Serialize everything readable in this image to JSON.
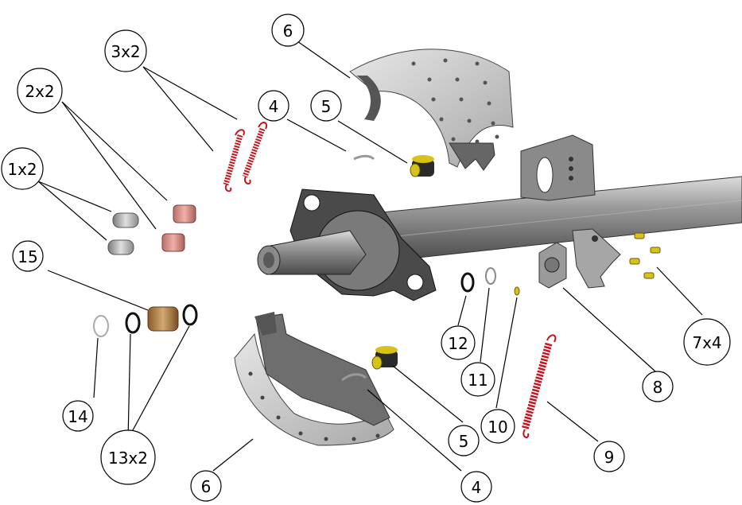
{
  "diagram": {
    "callouts": [
      {
        "id": "c6-top",
        "label": "6"
      },
      {
        "id": "c3x2",
        "label": "3x2"
      },
      {
        "id": "c2x2",
        "label": "2x2"
      },
      {
        "id": "c4-top",
        "label": "4"
      },
      {
        "id": "c5-top",
        "label": "5"
      },
      {
        "id": "c1x2",
        "label": "1x2"
      },
      {
        "id": "c15",
        "label": "15"
      },
      {
        "id": "c12",
        "label": "12"
      },
      {
        "id": "c11",
        "label": "11"
      },
      {
        "id": "c7x4",
        "label": "7x4"
      },
      {
        "id": "c14",
        "label": "14"
      },
      {
        "id": "c8",
        "label": "8"
      },
      {
        "id": "c10",
        "label": "10"
      },
      {
        "id": "c5-bottom",
        "label": "5"
      },
      {
        "id": "c9",
        "label": "9"
      },
      {
        "id": "c13x2",
        "label": "13x2"
      },
      {
        "id": "c6-bottom",
        "label": "6"
      },
      {
        "id": "c4-bottom",
        "label": "4"
      }
    ],
    "colors": {
      "shaft": "#8e8e8e",
      "spring": "#c8141e",
      "shoe": "#c9c9c9",
      "bronze": "#b48450",
      "copper": "#d8928a",
      "yellow": "#d6c21a",
      "dark": "#2a2a2a"
    }
  }
}
